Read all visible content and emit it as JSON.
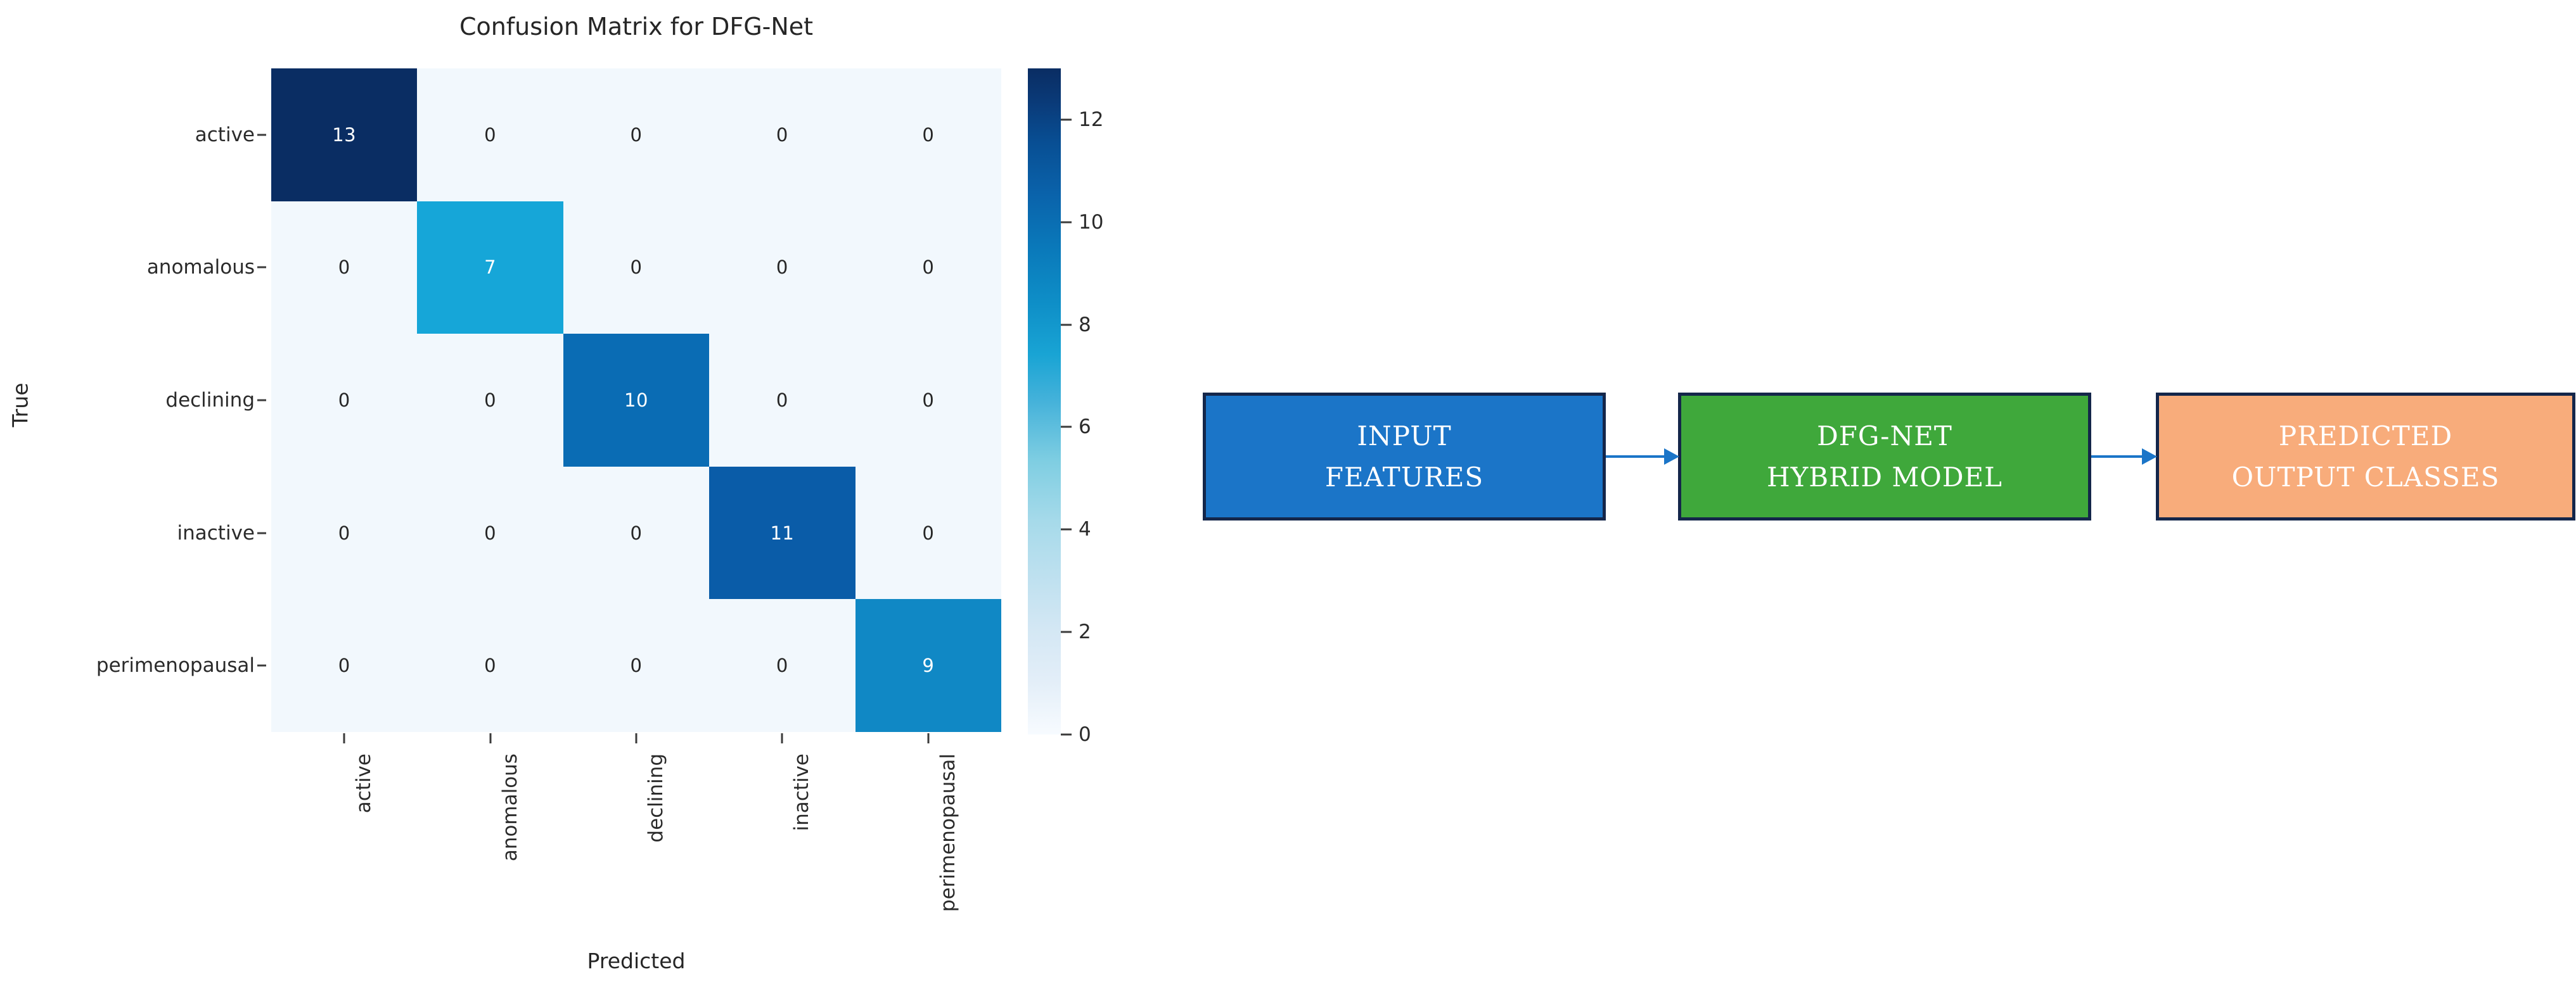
{
  "chart_data": {
    "type": "heatmap",
    "subtype": "confusion-matrix",
    "title": "Confusion Matrix for DFG-Net",
    "xlabel": "Predicted",
    "ylabel": "True",
    "categories": [
      "active",
      "anomalous",
      "declining",
      "inactive",
      "perimenopausal"
    ],
    "x_tick_labels": [
      "active",
      "anomalous",
      "declining",
      "inactive",
      "perimenopausal"
    ],
    "y_tick_labels": [
      "active",
      "anomalous",
      "declining",
      "inactive",
      "perimenopausal"
    ],
    "matrix": [
      [
        13,
        0,
        0,
        0,
        0
      ],
      [
        0,
        7,
        0,
        0,
        0
      ],
      [
        0,
        0,
        10,
        0,
        0
      ],
      [
        0,
        0,
        0,
        11,
        0
      ],
      [
        0,
        0,
        0,
        0,
        9
      ]
    ],
    "colorbar": {
      "ticks": [
        0,
        2,
        4,
        6,
        8,
        10,
        12
      ],
      "vmin": 0,
      "vmax": 13,
      "position": "right",
      "colormap": "GnBu"
    },
    "cell_colors": [
      [
        "#0a2d63",
        "#f2f8fd",
        "#f2f8fd",
        "#f2f8fd",
        "#f2f8fd"
      ],
      [
        "#f2f8fd",
        "#16a6d8",
        "#f2f8fd",
        "#f2f8fd",
        "#f2f8fd"
      ],
      [
        "#f2f8fd",
        "#f2f8fd",
        "#0a6cb4",
        "#f2f8fd",
        "#f2f8fd"
      ],
      [
        "#f2f8fd",
        "#f2f8fd",
        "#f2f8fd",
        "#0a5ca8",
        "#f2f8fd"
      ],
      [
        "#f2f8fd",
        "#f2f8fd",
        "#f2f8fd",
        "#f2f8fd",
        "#1088c5"
      ]
    ],
    "cell_text_colors": [
      [
        "#ffffff",
        "#262626",
        "#262626",
        "#262626",
        "#262626"
      ],
      [
        "#262626",
        "#ffffff",
        "#262626",
        "#262626",
        "#262626"
      ],
      [
        "#262626",
        "#262626",
        "#ffffff",
        "#262626",
        "#262626"
      ],
      [
        "#262626",
        "#262626",
        "#262626",
        "#ffffff",
        "#262626"
      ],
      [
        "#262626",
        "#262626",
        "#262626",
        "#262626",
        "#ffffff"
      ]
    ],
    "grid": false,
    "legend": "colorbar"
  },
  "flow_diagram": {
    "type": "flowchart",
    "direction": "left-to-right",
    "nodes": [
      {
        "id": "input-features",
        "line1": "INPUT",
        "line2": "FEATURES",
        "fill": "#1B75C8",
        "border": "#14264a",
        "text_color": "#ffffff"
      },
      {
        "id": "dfg-net-hybrid-model",
        "line1": "DFG-NET",
        "line2": "HYBRID MODEL",
        "fill": "#3FA83B",
        "border": "#14264a",
        "text_color": "#ffffff"
      },
      {
        "id": "predicted-output-classes",
        "line1": "PREDICTED",
        "line2": "OUTPUT CLASSES",
        "fill": "#F8AC7B",
        "border": "#14264a",
        "text_color": "#ffffff"
      }
    ],
    "connectors": [
      {
        "from": "input-features",
        "to": "dfg-net-hybrid-model",
        "color": "#1B75C8",
        "style": "arrow"
      },
      {
        "from": "dfg-net-hybrid-model",
        "to": "predicted-output-classes",
        "color": "#1B75C8",
        "style": "arrow"
      }
    ]
  },
  "colors": {
    "background": "#ffffff",
    "axis_text": "#2b2b2b",
    "title_text": "#262626",
    "matrix_low": "#f2f8fd",
    "matrix_high": "#0a2d63",
    "flow_blue": "#1B75C8",
    "flow_green": "#3FA83B",
    "flow_orange": "#F8AC7B",
    "flow_border": "#14264a"
  }
}
